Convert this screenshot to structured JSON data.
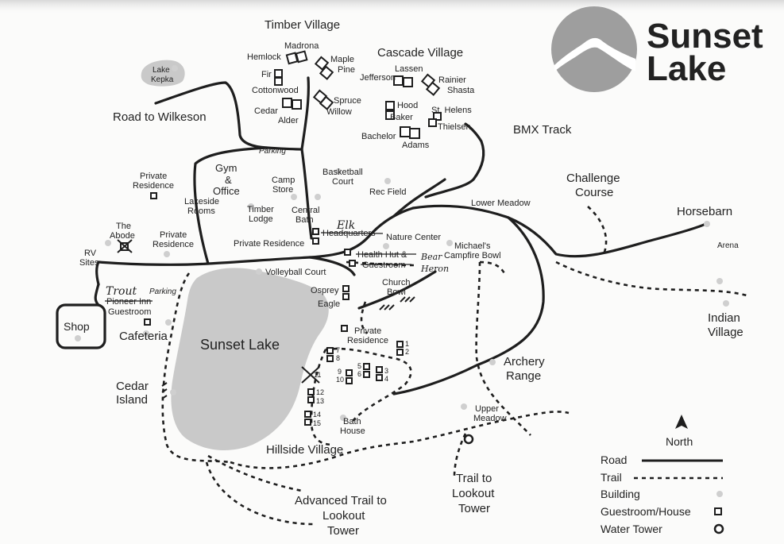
{
  "brand": {
    "line1": "Sunset",
    "line2": "Lake"
  },
  "labels": {
    "timber_village": "Timber Village",
    "cascade_village": "Cascade Village",
    "road_wilkeson": "Road to Wilkeson",
    "lake_kepka": [
      "Lake",
      "Kepka"
    ],
    "parking": "Parking",
    "gym_office": [
      "Gym",
      "&",
      "Office"
    ],
    "camp_store": [
      "Camp",
      "Store"
    ],
    "basketball_court": [
      "Basketball",
      "Court"
    ],
    "rec_field": "Rec Field",
    "bmx_track": "BMX Track",
    "lower_meadow": "Lower Meadow",
    "challenge_course": [
      "Challenge",
      "Course"
    ],
    "horsebarn": "Horsebarn",
    "arena": "Arena",
    "private_residence_nw": [
      "Private",
      "Residence"
    ],
    "lakeside_rooms": [
      "Lakeside",
      "Rooms"
    ],
    "timber_lodge": [
      "Timber",
      "Lodge"
    ],
    "central_bath": [
      "Central",
      "Bath"
    ],
    "the_abode": [
      "The",
      "Abode"
    ],
    "private_residence_w": [
      "Private",
      "Residence"
    ],
    "rv_sites": [
      "RV",
      "Sites"
    ],
    "private_residence_c": "Private Residence",
    "headquarters": "Headquarters",
    "headquarters_edit": "Elk",
    "nature_center": "Nature Center",
    "michaels_campfire": [
      "Michael's",
      "Campfire Bowl"
    ],
    "health_hut": "Health Hut &",
    "guestroom": "Guestroom",
    "health_hut_edit": [
      "Bear",
      "Heron"
    ],
    "volleyball_court": "Volleyball Court",
    "church_bowl": [
      "Church",
      "Bowl"
    ],
    "osprey": "Osprey",
    "eagle": "Eagle",
    "pioneer_inn": "Pioneer Inn",
    "pioneer_inn_edit": "Trout",
    "pioneer_guestroom": "Guestroom",
    "shop": "Shop",
    "cafeteria": "Cafeteria",
    "sunset_lake": "Sunset Lake",
    "private_residence_s": [
      "Private",
      "Residence"
    ],
    "indian_village": [
      "Indian",
      "Village"
    ],
    "archery_range": [
      "Archery",
      "Range"
    ],
    "upper_meadow": [
      "Upper",
      "Meadow"
    ],
    "cedar_island": [
      "Cedar",
      "Island"
    ],
    "bath_house": [
      "Bath",
      "House"
    ],
    "hillside_village": "Hillside Village",
    "trail_lookout": [
      "Trail to",
      "Lookout",
      "Tower"
    ],
    "advanced_trail": [
      "Advanced Trail to",
      "Lookout",
      "Tower"
    ]
  },
  "cabins": {
    "hemlock": "Hemlock",
    "madrona": "Madrona",
    "maple": "Maple",
    "pine": "Pine",
    "fir": "Fir",
    "cottonwood": "Cottonwood",
    "cedar": "Cedar",
    "alder": "Alder",
    "spruce": "Spruce",
    "willow": "Willow",
    "jefferson": "Jefferson",
    "lassen": "Lassen",
    "rainier": "Rainier",
    "shasta": "Shasta",
    "hood": "Hood",
    "baker": "Baker",
    "st_helens": "St. Helens",
    "thielsen": "Thielsen",
    "bachelor": "Bachelor",
    "adams": "Adams"
  },
  "numbers": [
    "1",
    "2",
    "3",
    "4",
    "5",
    "6",
    "7",
    "8",
    "9",
    "10",
    "11",
    "12",
    "13",
    "14",
    "15"
  ],
  "north": "North",
  "legend": {
    "road": "Road",
    "trail": "Trail",
    "building": "Building",
    "guestroom": "Guestroom/House",
    "water_tower": "Water Tower"
  },
  "colors": {
    "ink": "#1e1e1e",
    "lake": "#c9c9c9",
    "logo_circle": "#9e9e9e",
    "building": "#cfcfcf"
  }
}
